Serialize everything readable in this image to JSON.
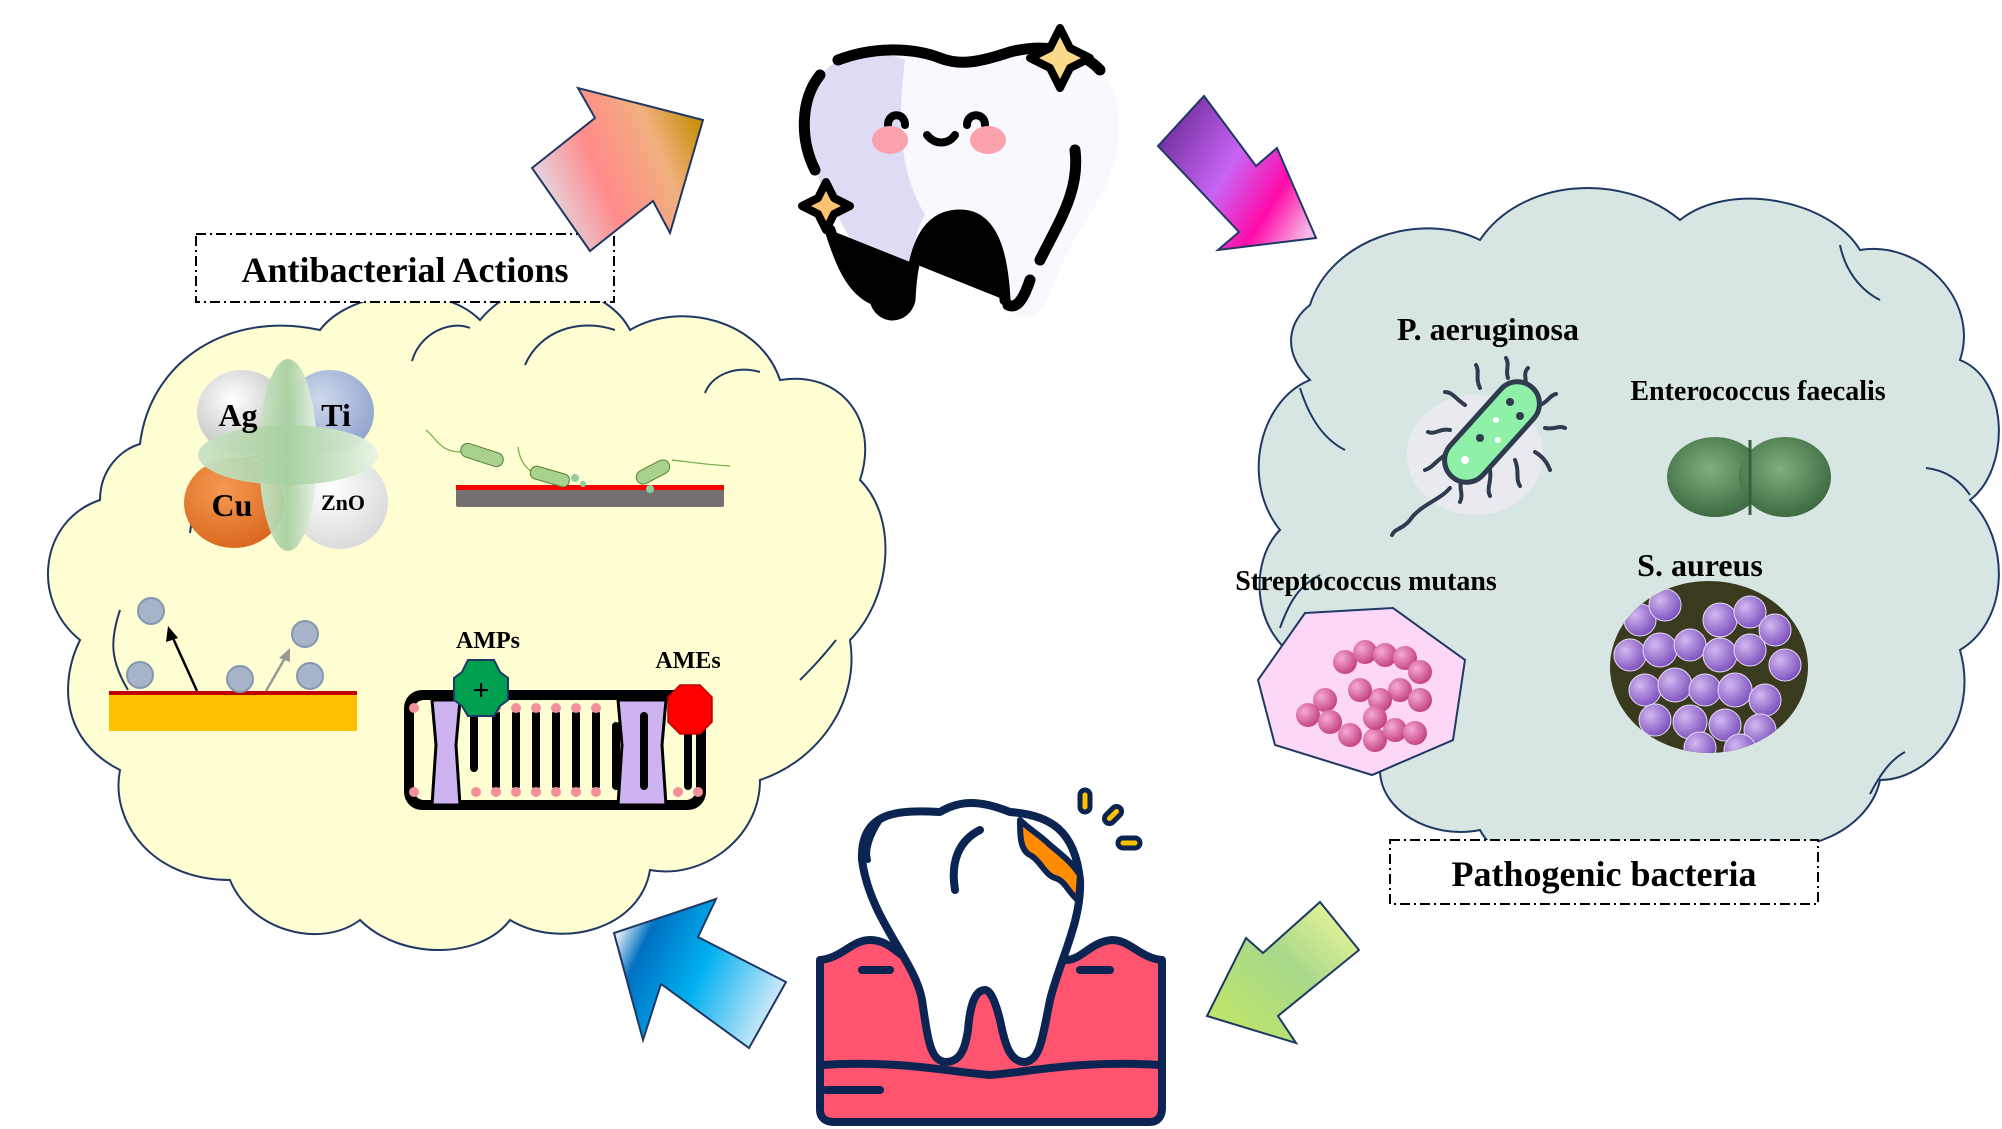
{
  "diagram": {
    "type": "cycle",
    "left_panel": {
      "title": "Antibacterial Actions",
      "metals": [
        "Ag",
        "Ti",
        "Cu",
        "ZnO"
      ],
      "membrane_labels": {
        "amps": "AMPs",
        "ames": "AMEs"
      },
      "amp_symbol": "+"
    },
    "right_panel": {
      "title": "Pathogenic bacteria",
      "species": [
        {
          "name": "P. aeruginosa"
        },
        {
          "name": "Enterococcus faecalis"
        },
        {
          "name": "Streptococcus mutans"
        },
        {
          "name": "S. aureus"
        }
      ]
    },
    "nodes": {
      "top": "healthy-tooth-icon",
      "bottom": "decayed-tooth-icon"
    },
    "flow": [
      {
        "from": "antibacterial-actions",
        "to": "healthy-tooth",
        "colors": [
          "#dfe6f3",
          "#ff8a8a",
          "#f2b07e",
          "#c8900c"
        ]
      },
      {
        "from": "healthy-tooth",
        "to": "pathogenic-bacteria",
        "colors": [
          "#7a35a8",
          "#c964f4",
          "#ff0aa8",
          "#f7b7e6"
        ]
      },
      {
        "from": "pathogenic-bacteria",
        "to": "decayed-tooth",
        "colors": [
          "#f5f79a",
          "#a8d88a",
          "#bfe86c"
        ]
      },
      {
        "from": "decayed-tooth",
        "to": "antibacterial-actions",
        "colors": [
          "#0070c0",
          "#00b0f0",
          "#dbe8f7"
        ]
      }
    ],
    "colors": {
      "left_cloud": "#fefed2",
      "right_cloud": "#d8e6e3",
      "cloud_stroke": "#1f3864"
    }
  }
}
